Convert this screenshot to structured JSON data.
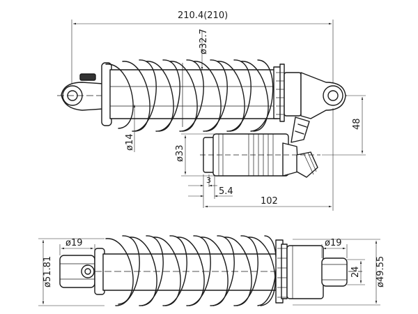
{
  "dimensions": {
    "overall_length": "210.4(210)",
    "spring_diameter": "ø32.7",
    "shaft_diameter": "ø14",
    "reservoir_offset": "48",
    "reservoir_diameter": "ø33",
    "dim_3": "3",
    "dim_5_4": "5.4",
    "reservoir_length": "102",
    "eye_left": "ø19",
    "eye_right": "ø19",
    "eye_width": "24",
    "spring_outer_left": "ø51.81",
    "spring_outer_right": "ø49.55"
  }
}
